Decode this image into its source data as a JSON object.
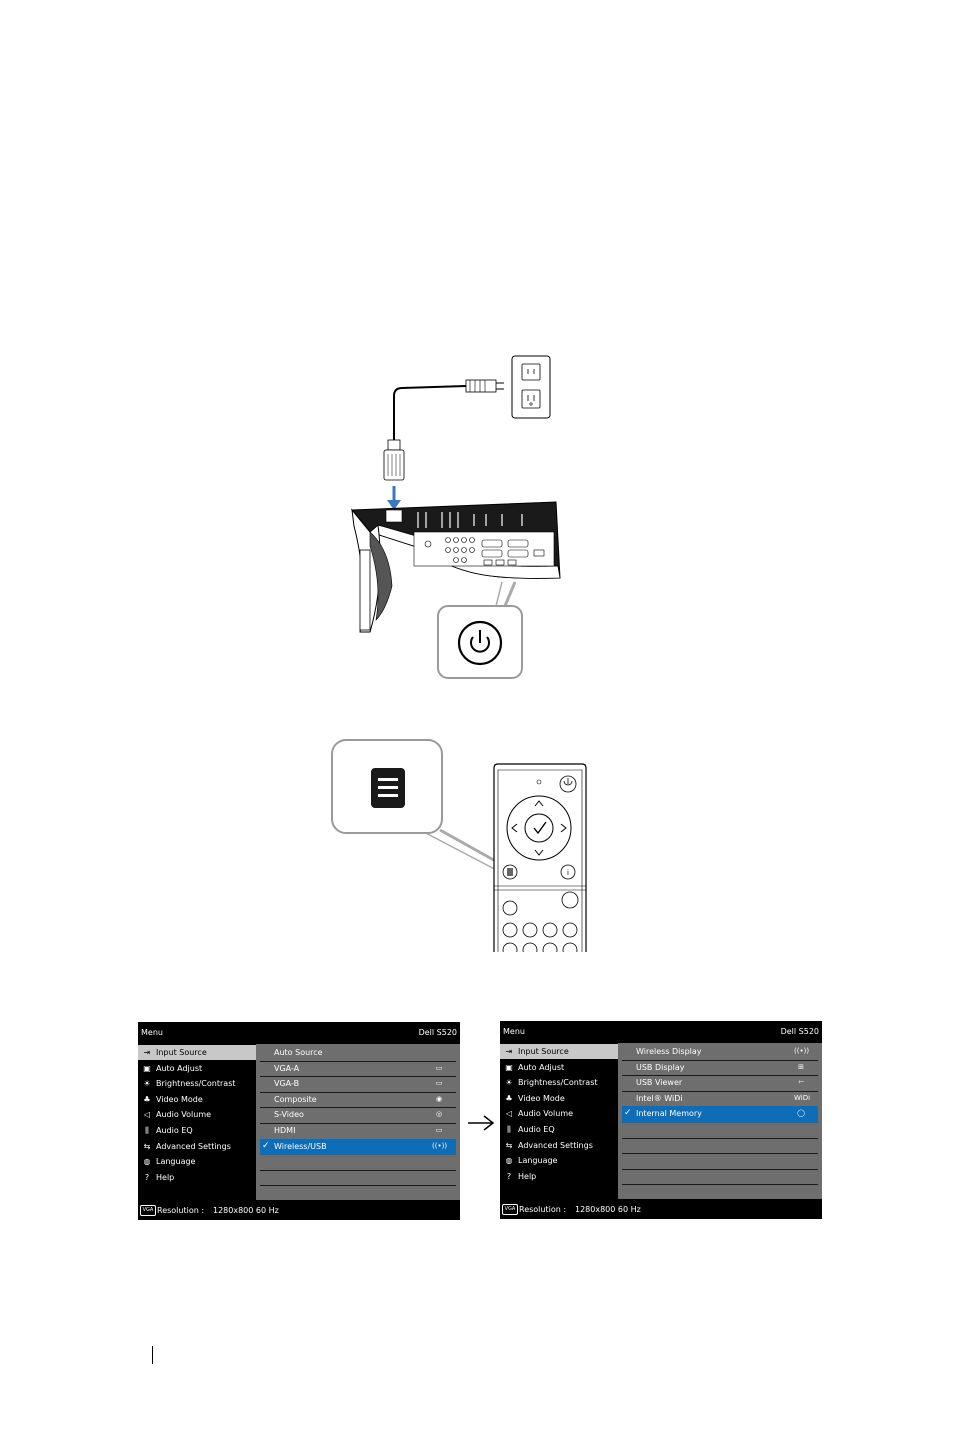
{
  "osd_left": {
    "title": "Menu",
    "model": "Dell S520",
    "menu_items": [
      {
        "label": "Input Source",
        "icon": "input-source-icon",
        "glyph": "⇥",
        "selected": true
      },
      {
        "label": "Auto Adjust",
        "icon": "auto-adjust-icon",
        "glyph": "▣",
        "selected": false
      },
      {
        "label": "Brightness/Contrast",
        "icon": "brightness-icon",
        "glyph": "☀",
        "selected": false
      },
      {
        "label": "Video Mode",
        "icon": "video-mode-icon",
        "glyph": "♣",
        "selected": false
      },
      {
        "label": "Audio Volume",
        "icon": "audio-volume-icon",
        "glyph": "◁",
        "selected": false
      },
      {
        "label": "Audio EQ",
        "icon": "audio-eq-icon",
        "glyph": "⫼",
        "selected": false
      },
      {
        "label": "Advanced Settings",
        "icon": "advanced-settings-icon",
        "glyph": "⇆",
        "selected": false
      },
      {
        "label": "Language",
        "icon": "language-icon",
        "glyph": "◍",
        "selected": false
      },
      {
        "label": "Help",
        "icon": "help-icon",
        "glyph": "?",
        "selected": false
      }
    ],
    "submenu_items": [
      {
        "label": "Auto Source",
        "icon": "",
        "selected": false,
        "checked": false
      },
      {
        "label": "VGA-A",
        "icon": "vga-icon",
        "glyph": "▭",
        "selected": false,
        "checked": false
      },
      {
        "label": "VGA-B",
        "icon": "vga-icon",
        "glyph": "▭",
        "selected": false,
        "checked": false
      },
      {
        "label": "Composite",
        "icon": "composite-icon",
        "glyph": "◉",
        "selected": false,
        "checked": false
      },
      {
        "label": "S-Video",
        "icon": "s-video-icon",
        "glyph": "◎",
        "selected": false,
        "checked": false
      },
      {
        "label": "HDMI",
        "icon": "hdmi-icon",
        "glyph": "▭",
        "selected": false,
        "checked": false
      },
      {
        "label": "Wireless/USB",
        "icon": "wireless-icon",
        "glyph": "((•))",
        "selected": true,
        "checked": true
      },
      {
        "label": "",
        "icon": "",
        "selected": false,
        "checked": false
      },
      {
        "label": "",
        "icon": "",
        "selected": false,
        "checked": false
      }
    ],
    "footer_label": "Resolution :",
    "footer_value": "1280x800 60 Hz"
  },
  "osd_right": {
    "title": "Menu",
    "model": "Dell S520",
    "menu_items": [
      {
        "label": "Input Source",
        "icon": "input-source-icon",
        "glyph": "⇥",
        "selected": true
      },
      {
        "label": "Auto Adjust",
        "icon": "auto-adjust-icon",
        "glyph": "▣",
        "selected": false
      },
      {
        "label": "Brightness/Contrast",
        "icon": "brightness-icon",
        "glyph": "☀",
        "selected": false
      },
      {
        "label": "Video Mode",
        "icon": "video-mode-icon",
        "glyph": "♣",
        "selected": false
      },
      {
        "label": "Audio Volume",
        "icon": "audio-volume-icon",
        "glyph": "◁",
        "selected": false
      },
      {
        "label": "Audio EQ",
        "icon": "audio-eq-icon",
        "glyph": "⫼",
        "selected": false
      },
      {
        "label": "Advanced Settings",
        "icon": "advanced-settings-icon",
        "glyph": "⇆",
        "selected": false
      },
      {
        "label": "Language",
        "icon": "language-icon",
        "glyph": "◍",
        "selected": false
      },
      {
        "label": "Help",
        "icon": "help-icon",
        "glyph": "?",
        "selected": false
      }
    ],
    "submenu_items": [
      {
        "label": "Wireless Display",
        "icon": "wireless-icon",
        "glyph": "((•))",
        "selected": false,
        "checked": false
      },
      {
        "label": "USB Display",
        "icon": "usb-display-icon",
        "glyph": "⊞",
        "selected": false,
        "checked": false
      },
      {
        "label": "USB Viewer",
        "icon": "usb-icon",
        "glyph": "⇽",
        "selected": false,
        "checked": false
      },
      {
        "label": "Intel® WiDi",
        "icon": "widi-icon",
        "glyph": "WiDi",
        "selected": false,
        "checked": false
      },
      {
        "label": "Internal Memory",
        "icon": "internal-memory-icon",
        "glyph": "◯",
        "selected": true,
        "checked": true
      },
      {
        "label": "",
        "icon": "",
        "selected": false,
        "checked": false
      },
      {
        "label": "",
        "icon": "",
        "selected": false,
        "checked": false
      },
      {
        "label": "",
        "icon": "",
        "selected": false,
        "checked": false
      },
      {
        "label": "",
        "icon": "",
        "selected": false,
        "checked": false
      }
    ],
    "footer_label": "Resolution :",
    "footer_value": "1280x800 60 Hz"
  },
  "check_glyph": "✓",
  "footer_icon_text": "VGA",
  "colors": {
    "osd_highlight": "#0f6cb6",
    "osd_panel_gray": "#6e6e6e",
    "osd_menu_selected": "#c8c8c8",
    "power_arrow": "#3a78c2"
  }
}
